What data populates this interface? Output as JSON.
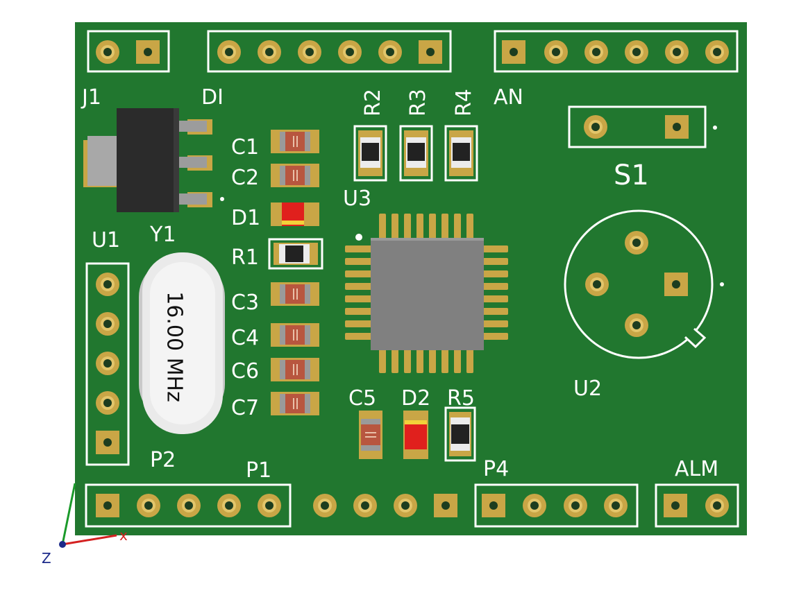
{
  "board": {
    "colors": {
      "pcb": "#21772f",
      "silkscreen": "#ffffff",
      "pad": "#c9a646",
      "hole": "#1d3d1f",
      "chip": "#808080",
      "led": "#e0201d",
      "cap": "#b8563f",
      "crystal": "#ececec"
    },
    "labels": {
      "j1": "J1",
      "di": "DI",
      "an": "AN",
      "r2": "R2",
      "r3": "R3",
      "r4": "R4",
      "s1": "S1",
      "u1": "U1",
      "y1": "Y1",
      "u3": "U3",
      "c1": "C1",
      "c2": "C2",
      "d1": "D1",
      "r1": "R1",
      "c3": "C3",
      "c4": "C4",
      "c6": "C6",
      "c7": "C7",
      "c5": "C5",
      "d2": "D2",
      "r5": "R5",
      "u2": "U2",
      "p2": "P2",
      "p1": "P1",
      "p4": "P4",
      "alm": "ALM"
    },
    "crystal_text": "16.00 MHz"
  },
  "axes": {
    "x": "x",
    "z": "Z"
  }
}
